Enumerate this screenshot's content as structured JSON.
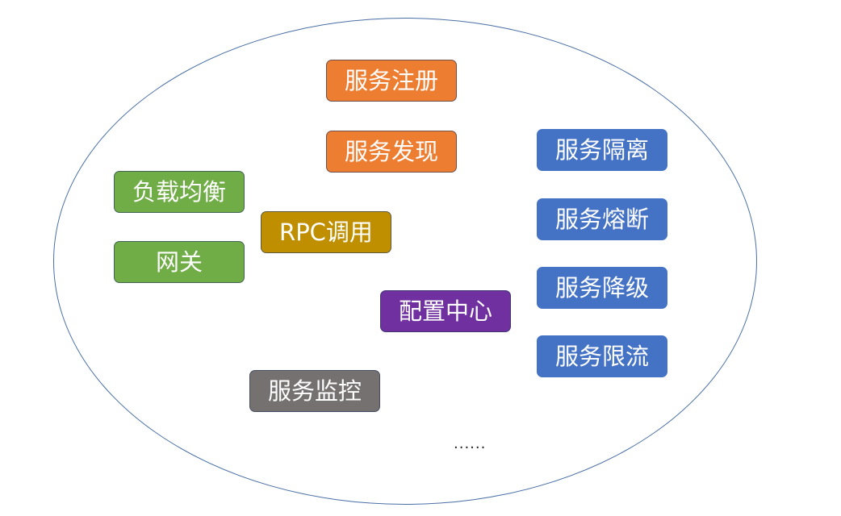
{
  "diagram": {
    "nodes": {
      "service_register": {
        "label": "服务注册",
        "color": "#ed7d31"
      },
      "service_discovery": {
        "label": "服务发现",
        "color": "#ed7d31"
      },
      "load_balancing": {
        "label": "负载均衡",
        "color": "#70ad47"
      },
      "gateway": {
        "label": "网关",
        "color": "#70ad47"
      },
      "rpc_call": {
        "label": "RPC调用",
        "color": "#bf8f00"
      },
      "config_center": {
        "label": "配置中心",
        "color": "#7030a0"
      },
      "service_monitor": {
        "label": "服务监控",
        "color": "#767171"
      },
      "service_isolation": {
        "label": "服务隔离",
        "color": "#4472c4"
      },
      "service_circuit_breaker": {
        "label": "服务熔断",
        "color": "#4472c4"
      },
      "service_degrade": {
        "label": "服务降级",
        "color": "#4472c4"
      },
      "service_rate_limit": {
        "label": "服务限流",
        "color": "#4472c4"
      }
    },
    "ellipsis": "......"
  }
}
